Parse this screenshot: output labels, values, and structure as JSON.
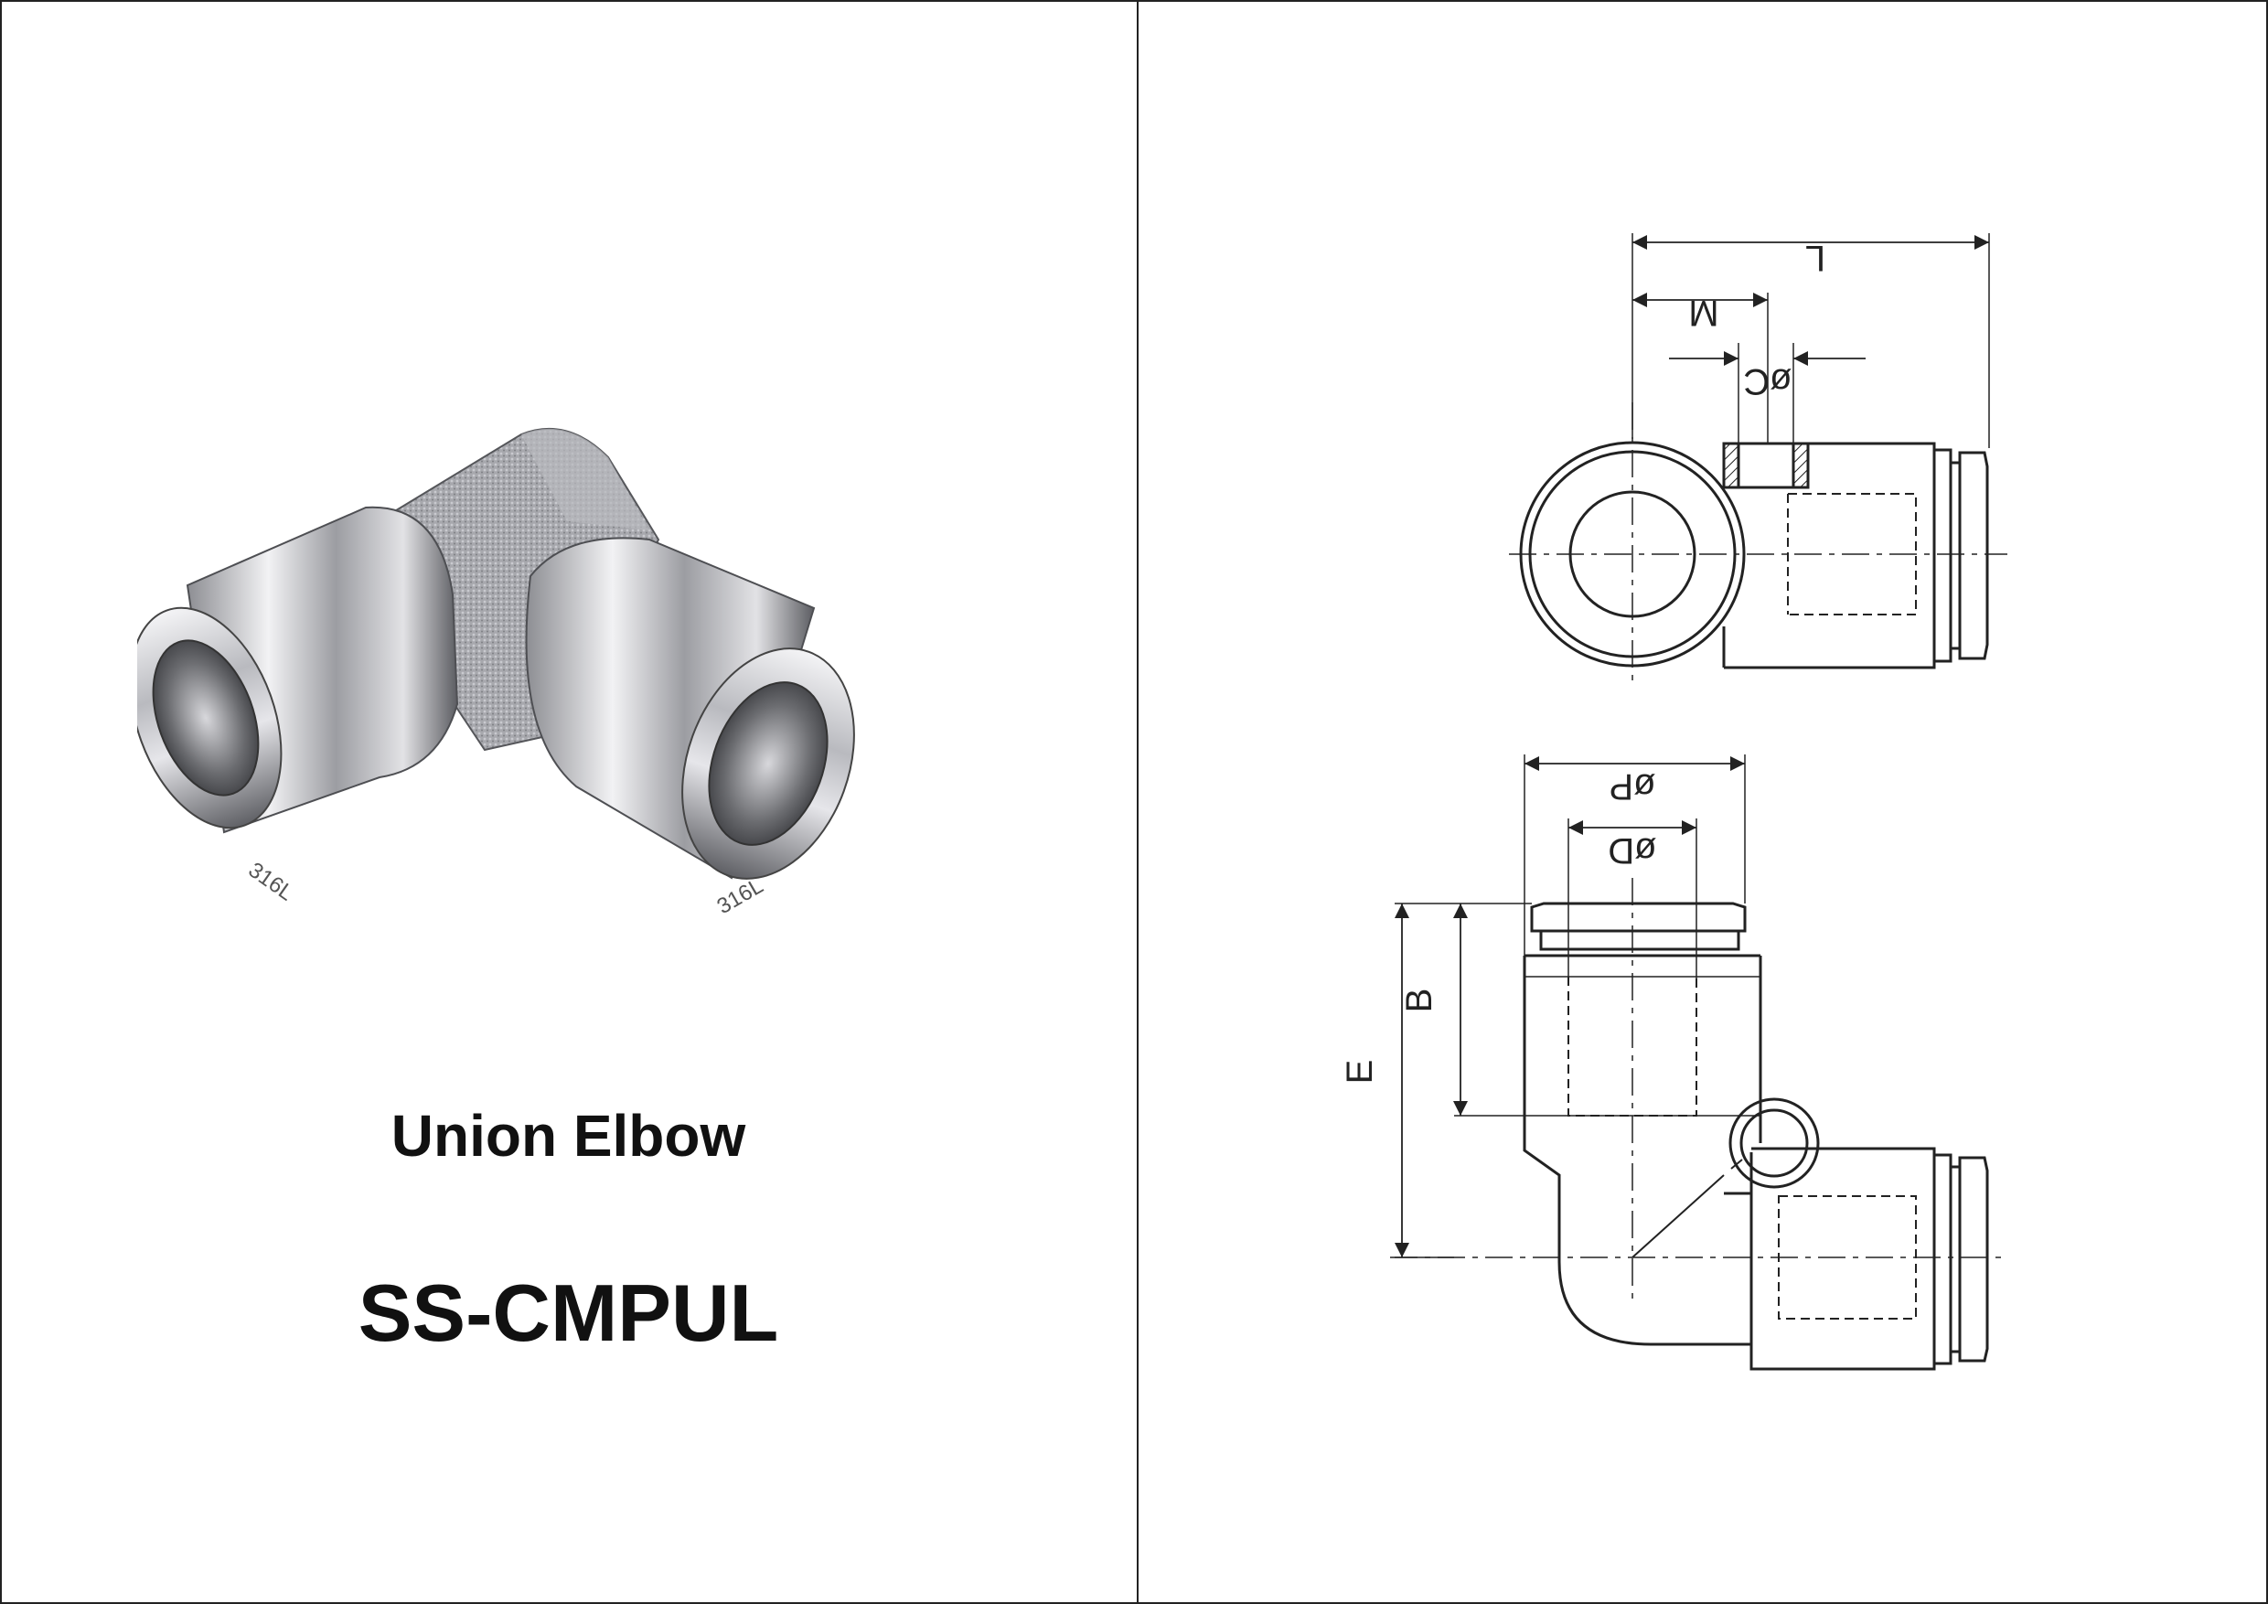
{
  "product": {
    "name": "Union Elbow",
    "code": "SS-CMPUL",
    "engraving_left": "316L",
    "engraving_right": "316L"
  },
  "drawing": {
    "labels": {
      "L": "L",
      "M": "M",
      "C": "øC",
      "P": "øP",
      "D": "øD",
      "B": "B",
      "E": "E"
    }
  },
  "colors": {
    "line": "#222222",
    "steel_light": "#e8e8ea",
    "steel_dark": "#6a6b70"
  }
}
